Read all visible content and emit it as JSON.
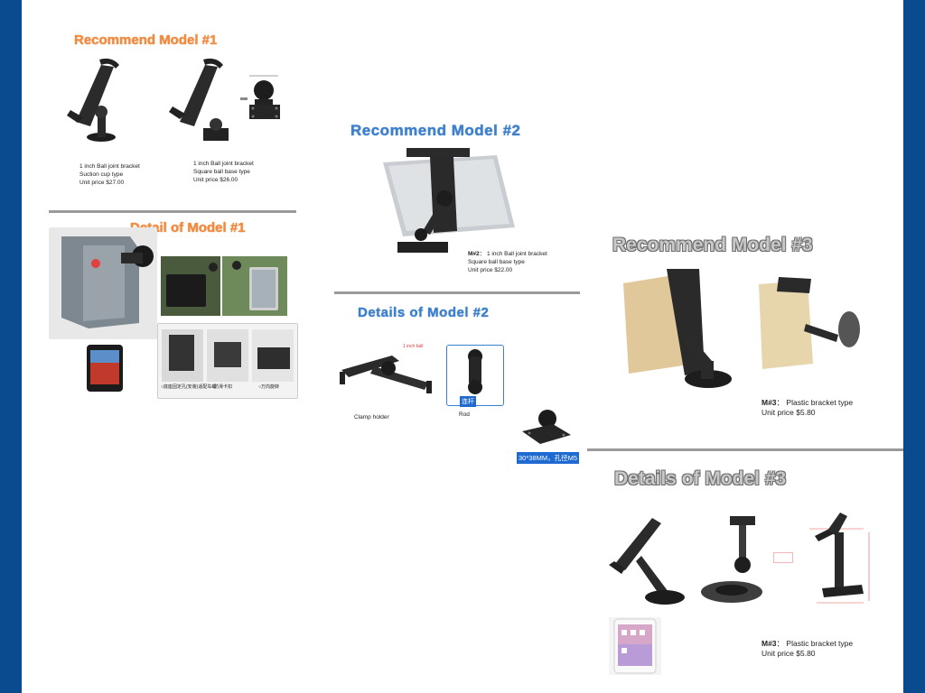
{
  "model1": {
    "heading": "Recommend  Model #1",
    "caption_left": [
      "1 inch Ball joint bracket",
      "Suction cup type",
      "Unit price $27.00"
    ],
    "caption_right": [
      "1 inch Ball joint bracket",
      "Square ball base type",
      "Unit price $26.00"
    ]
  },
  "detail1": {
    "heading": "Detail of  Model #1",
    "labels": [
      "○底座固定孔(安装)适配车载",
      "○防滑卡扣",
      "○万向旋转"
    ]
  },
  "model2": {
    "heading": "Recommend  Model #2",
    "caption": {
      "tag": "M#2",
      "lines": [
        "： 1 inch Ball joint bracket",
        "Square ball base type",
        "Unit price $22.00"
      ]
    }
  },
  "detail2": {
    "heading": "Details of Model #2",
    "ball_label": "1 inch ball",
    "clamp_label": "Clamp holder",
    "rod_label": "Rod",
    "rod_tag": "连杆",
    "base_tag": "30*38MM，孔径M5"
  },
  "model3": {
    "heading": "Recommend  Model #3",
    "caption": {
      "tag": "M#3",
      "line1": "： Plastic bracket type",
      "line2": "Unit price $5.80"
    }
  },
  "detail3": {
    "heading": "Details of Model #3",
    "caption": {
      "tag": "M#3",
      "line1": "： Plastic bracket type",
      "line2": "Unit price $5.80"
    }
  },
  "colors": {
    "frame": "#0a4a8f",
    "orange": "#f58a3a",
    "blue": "#3a7fd0",
    "rule": "#9a9a9a"
  }
}
